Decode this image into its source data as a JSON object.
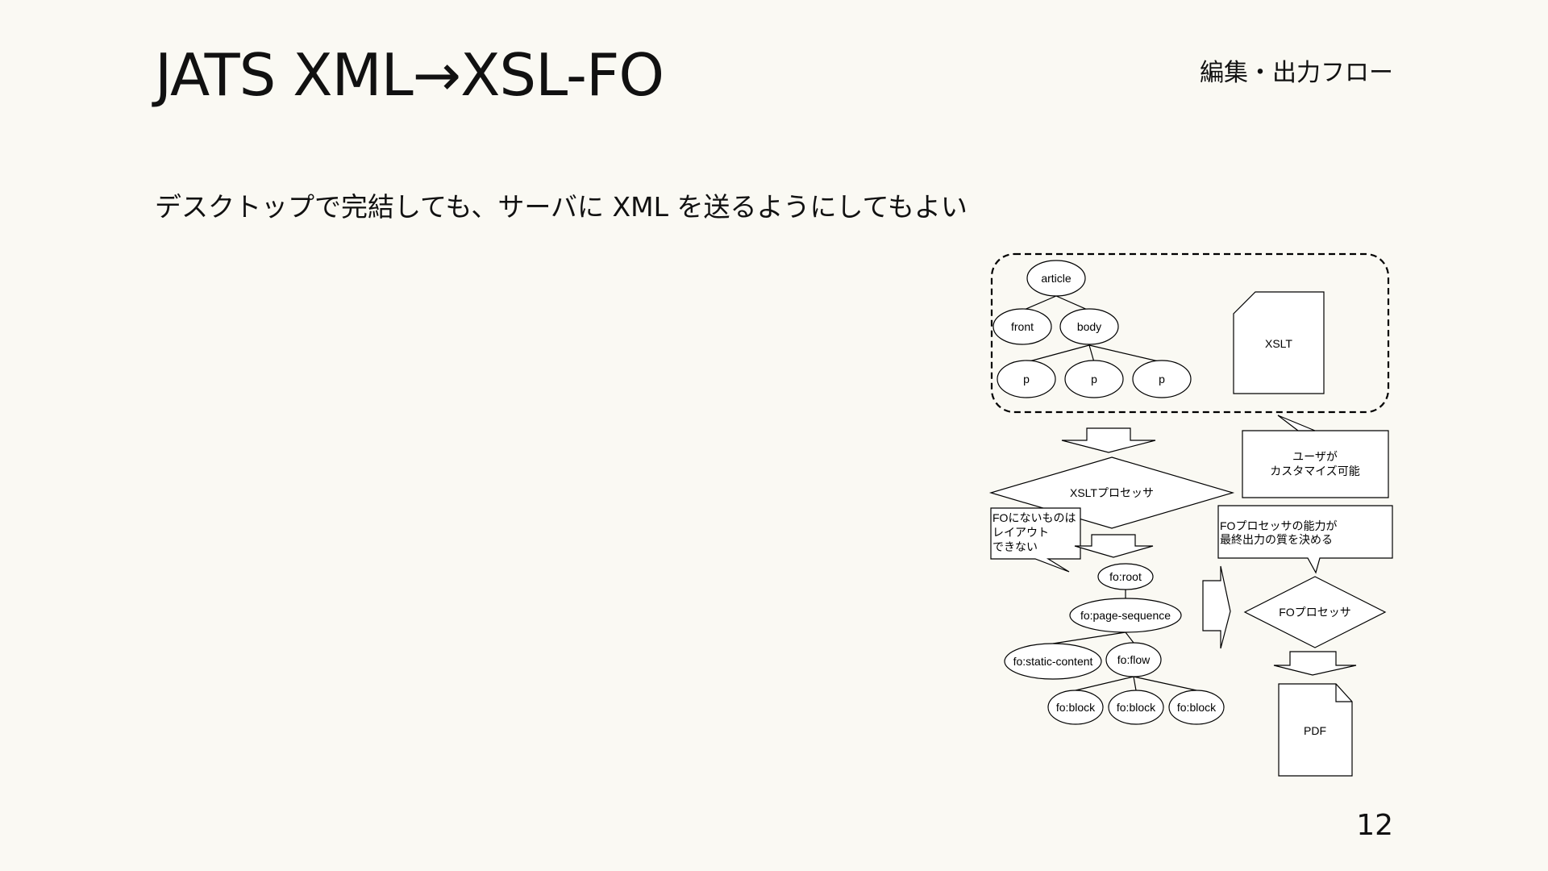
{
  "slide": {
    "title": "JATS XML→XSL-FO",
    "section": "編集・出力フロー",
    "subtitle": "デスクトップで完結しても、サーバに XML を送るようにしてもよい",
    "page_number": "12"
  },
  "diagram": {
    "xml_tree": {
      "article": "article",
      "front": "front",
      "body": "body",
      "p1": "p",
      "p2": "p",
      "p3": "p"
    },
    "xslt": "XSLT",
    "user_note": [
      "ユーザが",
      "カスタマイズ可能"
    ],
    "xslt_processor": "XSLTプロセッサ",
    "fo_limit_note": [
      "FOにないものは",
      "レイアウト",
      "できない"
    ],
    "fo_processor_note": [
      "FOプロセッサの能力が",
      "最終出力の質を決める"
    ],
    "fo_tree": {
      "root": "fo:root",
      "page_sequence": "fo:page-sequence",
      "static_content": "fo:static-content",
      "flow": "fo:flow",
      "block1": "fo:block",
      "block2": "fo:block",
      "block3": "fo:block"
    },
    "fo_processor": "FOプロセッサ",
    "pdf": "PDF"
  }
}
